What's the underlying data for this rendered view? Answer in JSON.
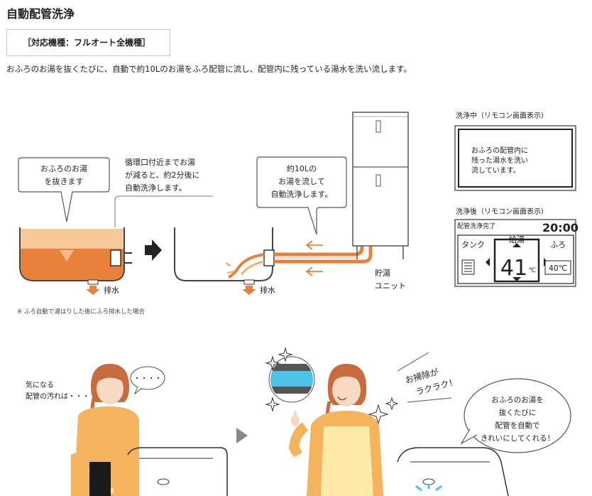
{
  "page": {
    "title": "自動配管洗浄",
    "badge": "［対応機種：フルオート全機種］",
    "description": "おふろのお湯を抜くたびに、自動で約10Lのお湯をふろ配管に流し、配管内に残っている湯水を洗い流します。",
    "note": "※ ふろ自動で湯はりした後にふろ排水した場合"
  },
  "diagram": {
    "bubble1": [
      "おふろのお湯",
      "を抜きます"
    ],
    "caption1": [
      "循環口付近までお湯",
      "が減ると、約2分後に",
      "自動洗浄します。"
    ],
    "bubble2": [
      "約10Lの",
      "お湯を流して",
      "自動洗浄します。"
    ],
    "drain": "排水",
    "tank_unit": [
      "貯湯",
      "ユニット"
    ]
  },
  "remote": {
    "during_label": "洗浄中（リモコン画面表示）",
    "during_screen": [
      "おふろの配管内に",
      "残った湯水を洗い",
      "流しています。"
    ],
    "after_label": "洗浄後（リモコン画面表示）",
    "after_status": "配管洗浄完了",
    "time": "20:00",
    "tank": "タンク",
    "supply": "給湯",
    "bath": "ふろ",
    "temp": "41",
    "temp_unit": "℃",
    "bath_temp": "40℃"
  },
  "illustration": {
    "thought": [
      "気になる",
      "配管の汚れは・・・"
    ],
    "dots": "・・・・",
    "exclaim": [
      "お掃除が",
      "ラクラク！"
    ],
    "bubble3": [
      "おふろのお湯を",
      "抜くたびに",
      "配管を自動で",
      "きれいにしてくれる！"
    ]
  },
  "colors": {
    "orange": "#e8823a",
    "light_orange": "#f7c99a",
    "blue": "#4dc3ea",
    "gray": "#888888"
  }
}
